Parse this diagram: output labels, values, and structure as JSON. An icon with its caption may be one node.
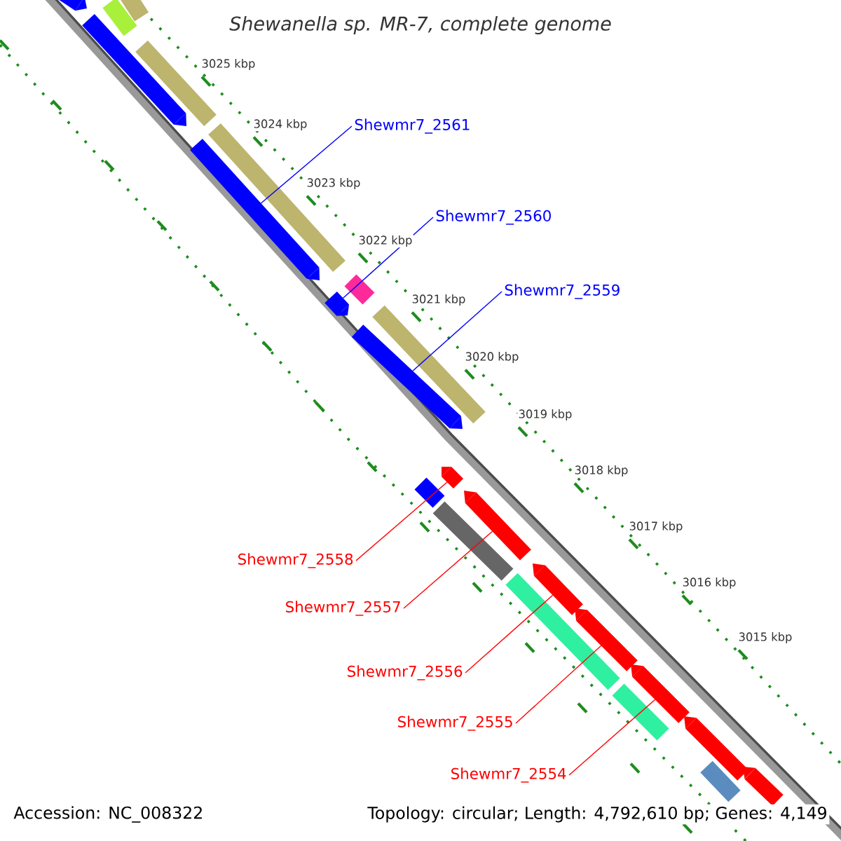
{
  "diagram": {
    "title": "Shewanella sp. MR-7, complete genome",
    "nodes": [
      {
        "text": [
          "Shewmr7_2561"
        ]
      },
      {
        "text": [],
        "shape": "bar"
      },
      {
        "text": [
          "Shewmr7_2560"
        ]
      },
      {
        "text": [],
        "shape": "bar"
      },
      {
        "text": [
          "Shewmr7_2559"
        ]
      },
      {
        "text": [],
        "shape": "bar"
      },
      {
        "text": [
          "Shewmr7_2558"
        ]
      },
      {
        "text": [],
        "shape": "bar"
      },
      {
        "text": [
          "Shewmr7_2557"
        ]
      },
      {
        "text": [],
        "shape": "bar"
      },
      {
        "text": [
          "Shewmr7_2556"
        ]
      },
      {
        "text": [],
        "shape": "bar"
      },
      {
        "text": [
          "Shewmr7_2555"
        ]
      },
      {
        "text": [],
        "shape": "bar"
      },
      {
        "text": [
          "Shewmr7_2554"
        ]
      },
      {
        "text": [],
        "shape": "bar"
      },
      {
        "text": [],
        "shape": "bar"
      },
      {
        "text": [],
        "shape": "bar"
      },
      {
        "text": [],
        "shape": "bar"
      },
      {
        "text": [],
        "shape": "bar"
      },
      {
        "text": [],
        "shape": "bar"
      },
      {
        "text": [],
        "shape": "bar"
      },
      {
        "text": [],
        "shape": "bar"
      },
      {
        "text": [],
        "shape": "bar"
      },
      {
        "text": [],
        "shape": "bar"
      },
      {
        "text": [],
        "shape": "bar"
      },
      {
        "text": [],
        "shape": "bar"
      },
      {
        "text": [],
        "shape": "bar"
      },
      {
        "text": [],
        "shape": "bar"
      },
      {
        "text": [],
        "shape": "bar"
      },
      {
        "text": [],
        "shape": "bar"
      }
    ],
    "edges": [
      {
        "from": 0,
        "to": 1,
        "arrow": "none",
        "color": "#0000ff"
      },
      {
        "from": 2,
        "to": 3,
        "arrow": "none",
        "color": "#0000ff"
      },
      {
        "from": 4,
        "to": 5,
        "arrow": "none",
        "color": "#0000ff"
      },
      {
        "from": 6,
        "to": 7,
        "arrow": "none",
        "color": "#ff0000"
      },
      {
        "from": 8,
        "to": 9,
        "arrow": "none",
        "color": "#ff0000"
      },
      {
        "from": 10,
        "to": 11,
        "arrow": "none",
        "color": "#ff0000"
      },
      {
        "from": 12,
        "to": 13,
        "arrow": "none",
        "color": "#ff0000"
      },
      {
        "from": 14,
        "to": 15,
        "arrow": "none",
        "color": "#ff0000"
      }
    ],
    "labels": [
      "3025 kbp",
      "3024 kbp",
      "3023 kbp",
      "3022 kbp",
      "3021 kbp",
      "3020 kbp",
      "3019 kbp",
      "3018 kbp",
      "3017 kbp",
      "3016 kbp",
      "3015 kbp",
      "Accession: NC_008322",
      "Topology: circular; Length: 4,792,610 bp; Genes: 4,149"
    ]
  }
}
